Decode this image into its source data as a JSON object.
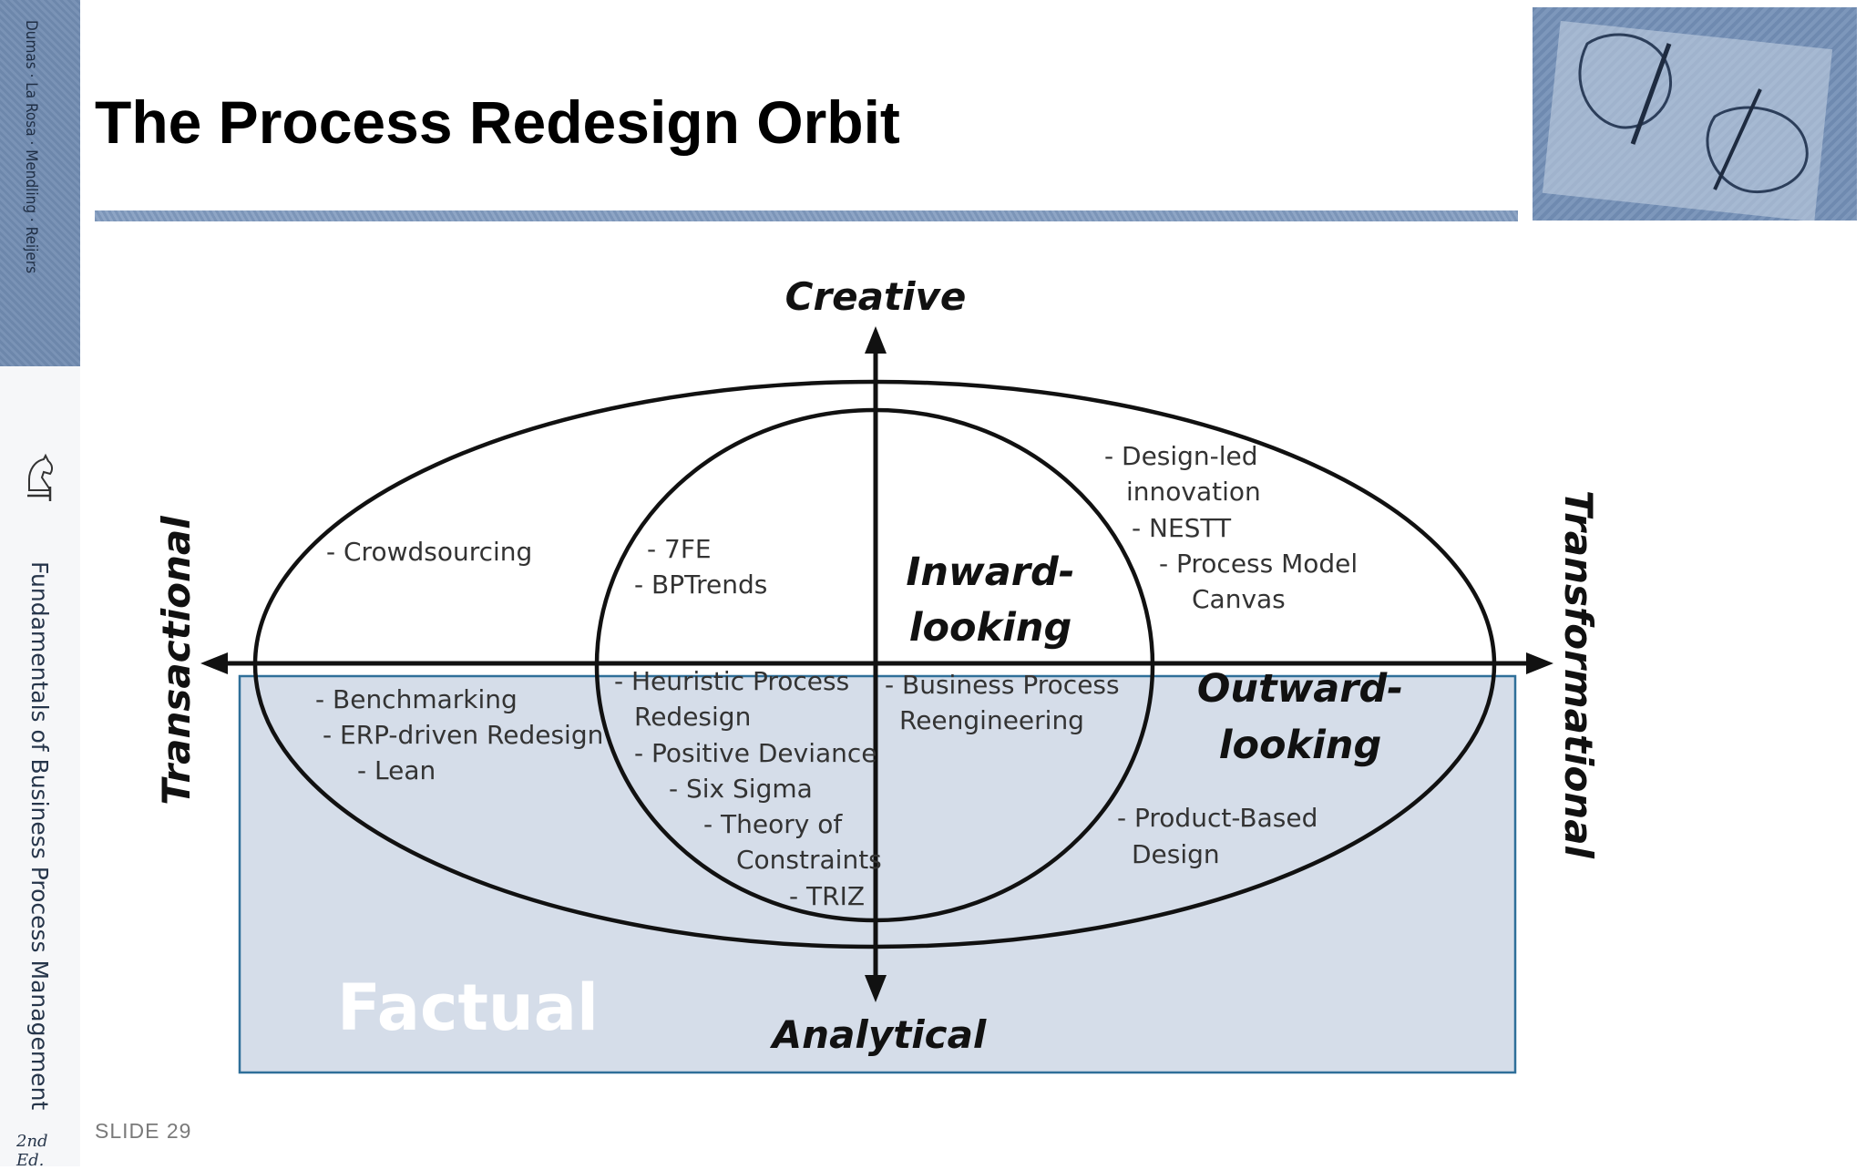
{
  "sidebar": {
    "authors": "Dumas · La Rosa · Mendling · Reijers",
    "book_title": "Fundamentals of Business Process Management",
    "edition": "2nd Ed."
  },
  "header": {
    "title": "The Process Redesign Orbit",
    "image_icon": "hands-drawing-image"
  },
  "diagram": {
    "axes": {
      "top": "Creative",
      "bottom": "Analytical",
      "left": "Transactional",
      "right": "Transformational"
    },
    "zones": {
      "inward": [
        "Inward-",
        "looking"
      ],
      "outward": [
        "Outward-",
        "looking"
      ],
      "factual": "Factual"
    },
    "methods": {
      "crowdsourcing": [
        "- Crowdsourcing"
      ],
      "seven_fe": [
        "- 7FE",
        "- BPTrends"
      ],
      "design_led": [
        "- Design-led",
        "innovation",
        "- NESTT",
        "- Process Model",
        "Canvas"
      ],
      "benchmarking": [
        "- Benchmarking",
        "- ERP-driven Redesign",
        "- Lean"
      ],
      "heuristic": [
        "- Heuristic Process",
        "Redesign",
        "- Positive Deviance",
        "- Six Sigma",
        "- Theory of",
        "Constraints",
        "- TRIZ"
      ],
      "bpr": [
        "- Business Process",
        "Reengineering"
      ],
      "product_based": [
        "- Product-Based",
        "Design"
      ]
    },
    "colors": {
      "factual_fill": "#d5dde9",
      "factual_border": "#2f6f99",
      "line": "#111111",
      "method_text": "#333333"
    }
  },
  "footer": {
    "slide_number": "SLIDE 29"
  }
}
